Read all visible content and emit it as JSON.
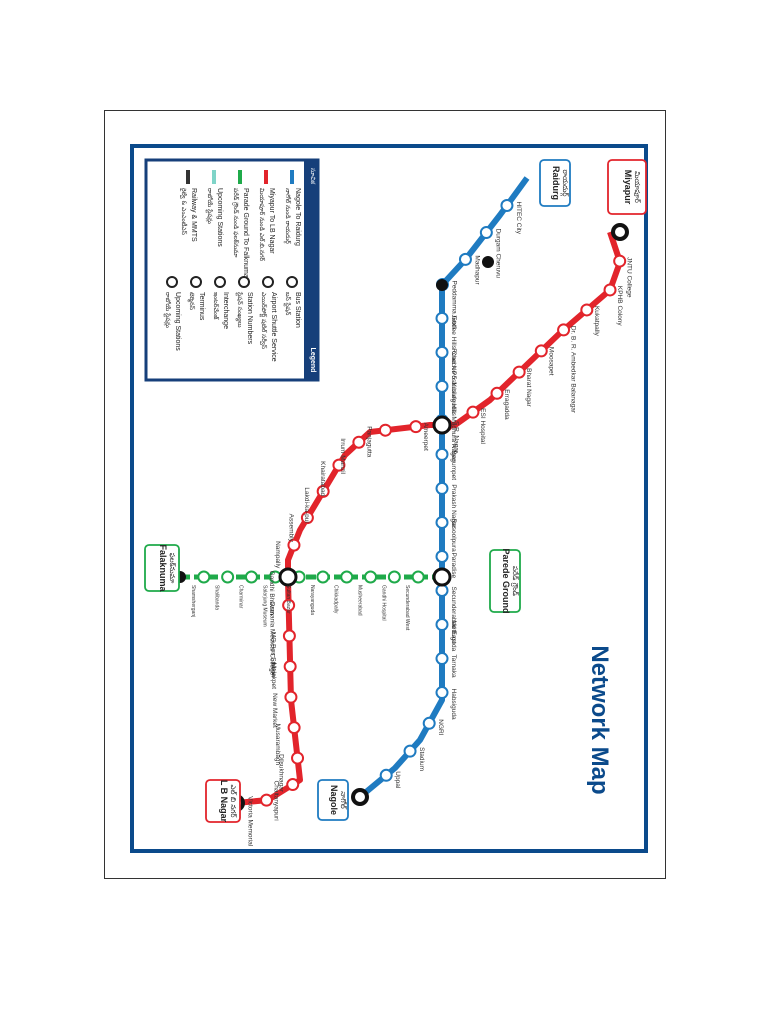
{
  "title": "Network Map",
  "colors": {
    "blue_line": "#1f7bc1",
    "red_line": "#e2242b",
    "green_line": "#1faa4a",
    "frame": "#0b4a8b",
    "legend_bg": "#163f7a"
  },
  "legend": {
    "heading": "Legend",
    "heading_te": "సూచిక",
    "items": [
      {
        "label": "Nagole To Raidurg",
        "te": "నాగోల్ నుండి రాయదుర్గ్",
        "color": "#1f7bc1"
      },
      {
        "label": "Miyapur To LB Nagar",
        "te": "మియాపూర్ నుండి ఎల్.బి.నగర్",
        "color": "#e2242b"
      },
      {
        "label": "Parade Ground To Falknuma",
        "te": "పరేడ్ గ్రౌండ్ నుండి ఫలక్‌నుమా",
        "color": "#1faa4a"
      },
      {
        "label": "Upcoming Stations",
        "te": "రాబోయే స్టేషన్లు",
        "color": "#7fd4c8"
      },
      {
        "label": "Railway & MMTS",
        "te": "రైల్వే & ఎంఎంటీఎస్",
        "color": "#333333"
      }
    ],
    "items_right": [
      {
        "label": "Bus Station",
        "te": "బస్ స్టేషన్"
      },
      {
        "label": "Airport Shuttle Service",
        "te": "ఎయిర్‌పోర్ట్ షటిల్ సర్వీస్"
      },
      {
        "label": "Station Numbers",
        "te": "స్టేషన్ సంఖ్యలు"
      },
      {
        "label": "Interchange",
        "te": "ఇంటర్‌చేంజ్"
      },
      {
        "label": "Terminus",
        "te": "టెర్మినస్"
      },
      {
        "label": "Upcoming Stations",
        "te": "రాబోయే స్టేషన్లు"
      }
    ]
  },
  "terminals": [
    {
      "name": "Miyapur",
      "te": "మియాపూర్",
      "color": "#e2242b"
    },
    {
      "name": "Raidurg",
      "te": "రాయదుర్గ్",
      "color": "#1f7bc1"
    },
    {
      "name": "Falaknuma",
      "te": "ఫలక్‌నుమా",
      "color": "#1faa4a"
    },
    {
      "name": "Parede Ground",
      "te": "పరేడ్ గ్రౌండ్",
      "color": "#1faa4a"
    },
    {
      "name": "L B Nagar",
      "te": "ఎల్ బి నగర్",
      "color": "#e2242b"
    },
    {
      "name": "Nagole",
      "te": "నాగోల్",
      "color": "#1f7bc1"
    }
  ],
  "red_stations": [
    "JNTU College",
    "KPHB Colony",
    "Kukatpally",
    "Dr. B. R. Ambedkar Balanagar",
    "Moosapet",
    "Bharat Nagar",
    "Erragadda",
    "ESI Hospital",
    "S.R. Nagar",
    "Ameerpet",
    "Panjagutta",
    "Irrum Manzil",
    "Khairatabad",
    "Lakdi-ka-pul",
    "Assembly",
    "Nampally",
    "Gandhi Bhavan",
    "Osmania Medical College",
    "MG Bus Station",
    "Malakpet",
    "New Market",
    "Musarambagh",
    "Dilsukhnagar",
    "Chaitanyapuri",
    "Victoria Memorial"
  ],
  "blue_stations": [
    "HITEC City",
    "Durgam Cheruvu",
    "Madhapur",
    "Peddamma Gudi",
    "Jubilee Hills Check Post",
    "Road No 5 Jubilee Hills",
    "Yusufguda",
    "Madhura Nagar",
    "Begumpet",
    "Prakash Nagar",
    "Rasoolpura",
    "Paradise",
    "Secunderabad East",
    "Mettuguda",
    "Tarnaka",
    "Habsiguda",
    "NGRI",
    "Stadium",
    "Uppal"
  ],
  "green_stations": [
    "Shamsherganj",
    "Shalibanda",
    "Charminar",
    "Salarjung Museum",
    "Sultan Bazar",
    "Narayanguda",
    "Chikkadpally",
    "Musheerabad",
    "Gandhi Hospital",
    "Secunderabad West"
  ]
}
